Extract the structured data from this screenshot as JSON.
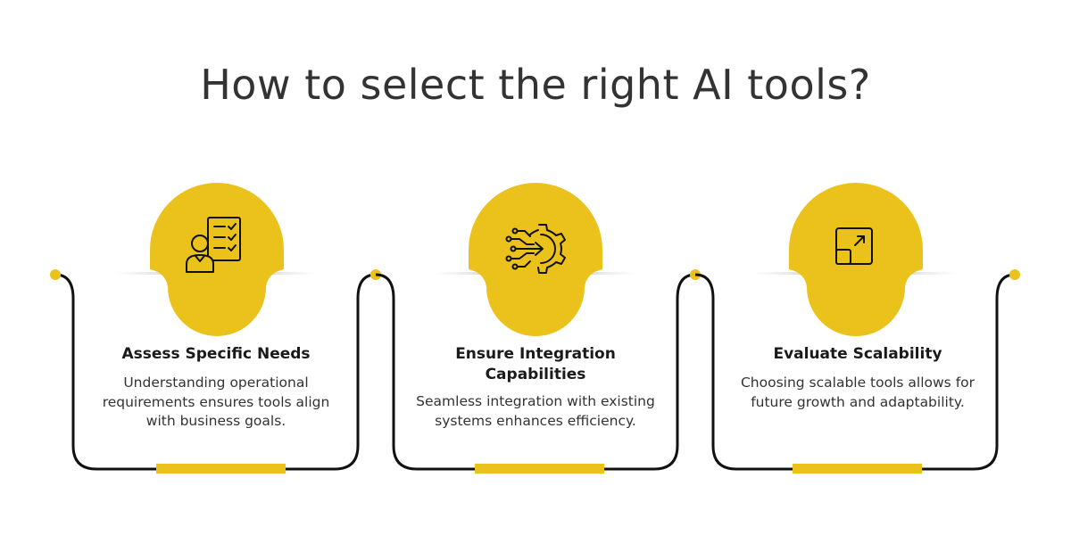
{
  "title": "How to select the right AI tools?",
  "colors": {
    "accent": "#EBC21C",
    "line": "#111111",
    "text": "#333333"
  },
  "cards": [
    {
      "icon": "checklist-person-icon",
      "heading": "Assess Specific Needs",
      "body": "Understanding operational requirements ensures tools align with business goals."
    },
    {
      "icon": "gear-integration-icon",
      "heading": "Ensure Integration Capabilities",
      "body": "Seamless integration with existing systems enhances efficiency."
    },
    {
      "icon": "scale-expand-icon",
      "heading": "Evaluate Scalability",
      "body": "Choosing scalable tools allows for future growth and adaptability."
    }
  ]
}
